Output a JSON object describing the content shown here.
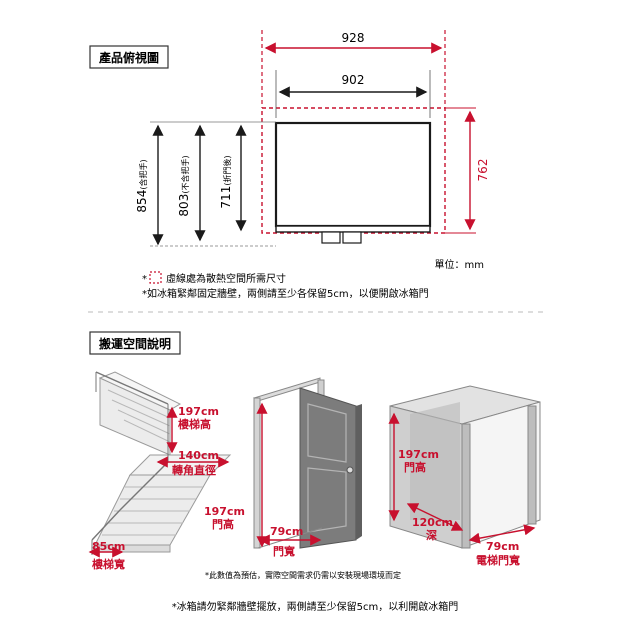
{
  "top_view": {
    "title": "產品俯視圖",
    "dim_total_width": "928",
    "dim_body_width": "902",
    "dim_depth": "762",
    "dim_depth_with_handle": "854",
    "dim_handle_label": "(含把手)",
    "dim_depth_no_handle": "803",
    "dim_no_handle_label": "(不含把手)",
    "dim_door_depth": "711",
    "dim_door_label": "(折門後)",
    "unit": "單位：mm",
    "note_dashed": "虛線處為散熱空間所需尺寸",
    "note_wall": "*如冰箱緊鄰固定牆壁，兩側請至少各保留5cm，以便開啟冰箱門",
    "colors": {
      "red": "#c8102e",
      "dark": "#1a1a1a",
      "gray": "#8a8a8a"
    }
  },
  "divider": "- - - - - - - - - - - - - - - - - - - - - - - - - - - - - - - - - - - - - - - - - - - - - - - - - -",
  "transport": {
    "title": "搬運空間說明",
    "stair_height_value": "197cm",
    "stair_height_label": "樓梯高",
    "turn_diameter_value": "140cm",
    "turn_diameter_label": "轉角直徑",
    "stair_width_value": "85cm",
    "stair_width_label": "樓梯寬",
    "door_height_value": "197cm",
    "door_height_label": "門高",
    "door_width_value": "79cm",
    "door_width_label": "門寬",
    "elev_height_value": "197cm",
    "elev_height_label": "門高",
    "elev_depth_value": "120cm",
    "elev_depth_label": "深",
    "elev_width_value": "79cm",
    "elev_width_label": "電梯門寬",
    "note_estimate": "*此數值為預估，實際空間需求仍需以安裝現場環境而定",
    "note_bottom": "*冰箱請勿緊鄰牆壁擺放，兩側請至少保留5cm，以利開啟冰箱門"
  }
}
